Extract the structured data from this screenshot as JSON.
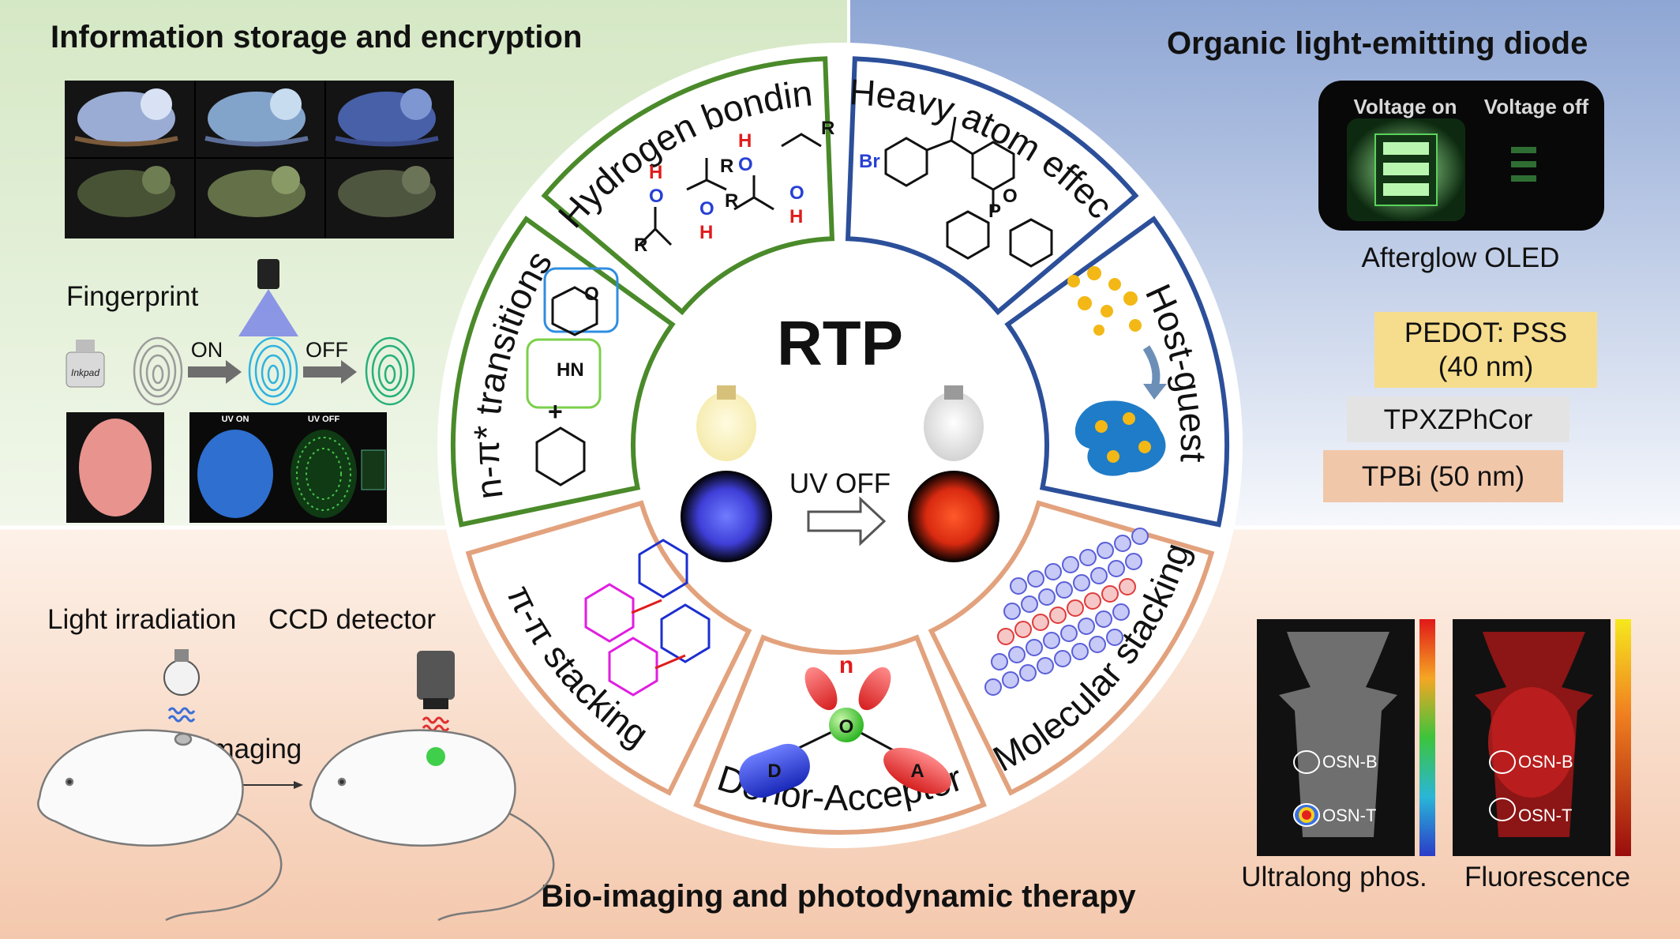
{
  "center": {
    "title": "RTP",
    "uv_label": "UV OFF"
  },
  "segments": {
    "hydrogen": "Hydrogen bonding",
    "heavy_atom": "Heavy atom effect",
    "host_guest": "Host-guest",
    "molecular_stacking": "Molecular stacking",
    "donor_acceptor": "Donor-Acceptor",
    "pi_stacking": "π-π stacking",
    "n_pi": "n-π* transitions"
  },
  "quadrants": {
    "info": {
      "title": "Information storage and encryption",
      "fingerprint": "Fingerprint",
      "inkpad": "Inkpad",
      "on": "ON",
      "off": "OFF",
      "uv_on": "UV ON",
      "uv_off": "UV OFF"
    },
    "oled": {
      "title": "Organic light-emitting diode",
      "voltage_on": "Voltage on",
      "voltage_off": "Voltage off",
      "caption": "Afterglow OLED",
      "layers": [
        "PEDOT: PSS",
        "(40 nm)",
        "TPXZPhCor",
        "TPBi (50 nm)"
      ]
    },
    "bio": {
      "title": "Bio-imaging and photodynamic  therapy",
      "light": "Light irradiation",
      "ccd": "CCD detector",
      "imaging": "Imaging",
      "osn_b": "OSN-B",
      "osn_t": "OSN-T",
      "ultralong": "Ultralong phos.",
      "fluorescence": "Fluorescence"
    }
  },
  "chem_labels": {
    "r": "R",
    "o": "O",
    "h": "H",
    "br": "Br",
    "p": "P",
    "n": "N",
    "d": "D",
    "a": "A",
    "n_orbital": "n",
    "hn": "HN",
    "plus": "+"
  },
  "colors": {
    "green_bg": "#d6e7c8",
    "blue_bg": "#93a9d3",
    "peach_bg": "#f7d6c3",
    "green_border": "#4a8a2a",
    "blue_border": "#2c4f9a",
    "peach_border": "#e2a27d",
    "pedot": "#f6dd8d",
    "tpxz": "#e3e3e3",
    "tpbi": "#f1c7aa"
  }
}
